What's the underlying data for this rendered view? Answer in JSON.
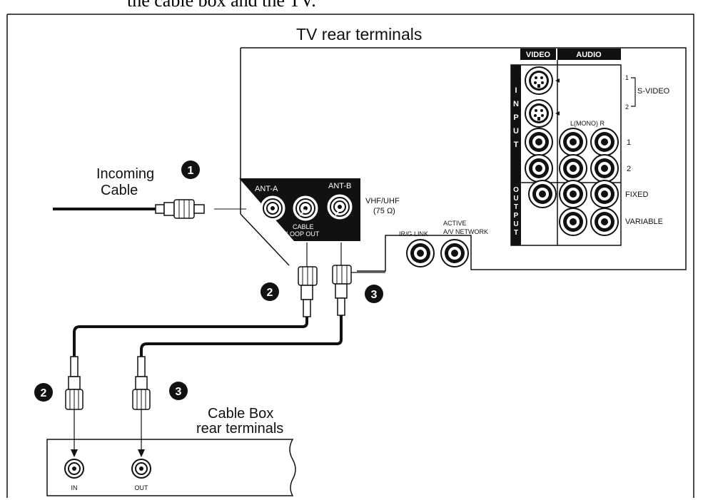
{
  "top_caption": "the cable box and the TV.",
  "tv_title": "TV rear terminals",
  "incoming_cable": {
    "line1": "Incoming",
    "line2": "Cable",
    "step": "1"
  },
  "antenna": {
    "ant_a": "ANT-A",
    "ant_b": "ANT-B",
    "loop_out_1": "CABLE",
    "loop_out_2": "LOOP OUT",
    "vhf_uhf": "VHF/UHF",
    "ohms": "(75 Ω)"
  },
  "links": {
    "ir_g": "IR/G LINK",
    "active_1": "ACTIVE",
    "active_2": "A/V NETWORK"
  },
  "av_panel": {
    "video_header": "VIDEO",
    "audio_header": "AUDIO",
    "input_vertical": [
      "I",
      "N",
      "P",
      "U",
      "T"
    ],
    "output_vertical": [
      "O",
      "U",
      "T",
      "P",
      "U",
      "T"
    ],
    "svideo_label": "S-VIDEO",
    "svideo_num_1": "1",
    "svideo_num_2": "2",
    "audio_lr": "L(MONO)   R",
    "row_1": "1",
    "row_2": "2",
    "row_fixed": "FIXED",
    "row_variable": "VARIABLE"
  },
  "steps": {
    "left_2": "2",
    "left_3": "3",
    "box_2": "2",
    "box_3": "3"
  },
  "cable_box": {
    "line1": "Cable Box",
    "line2": "rear terminals",
    "in_label": "IN",
    "out_label": "OUT"
  }
}
